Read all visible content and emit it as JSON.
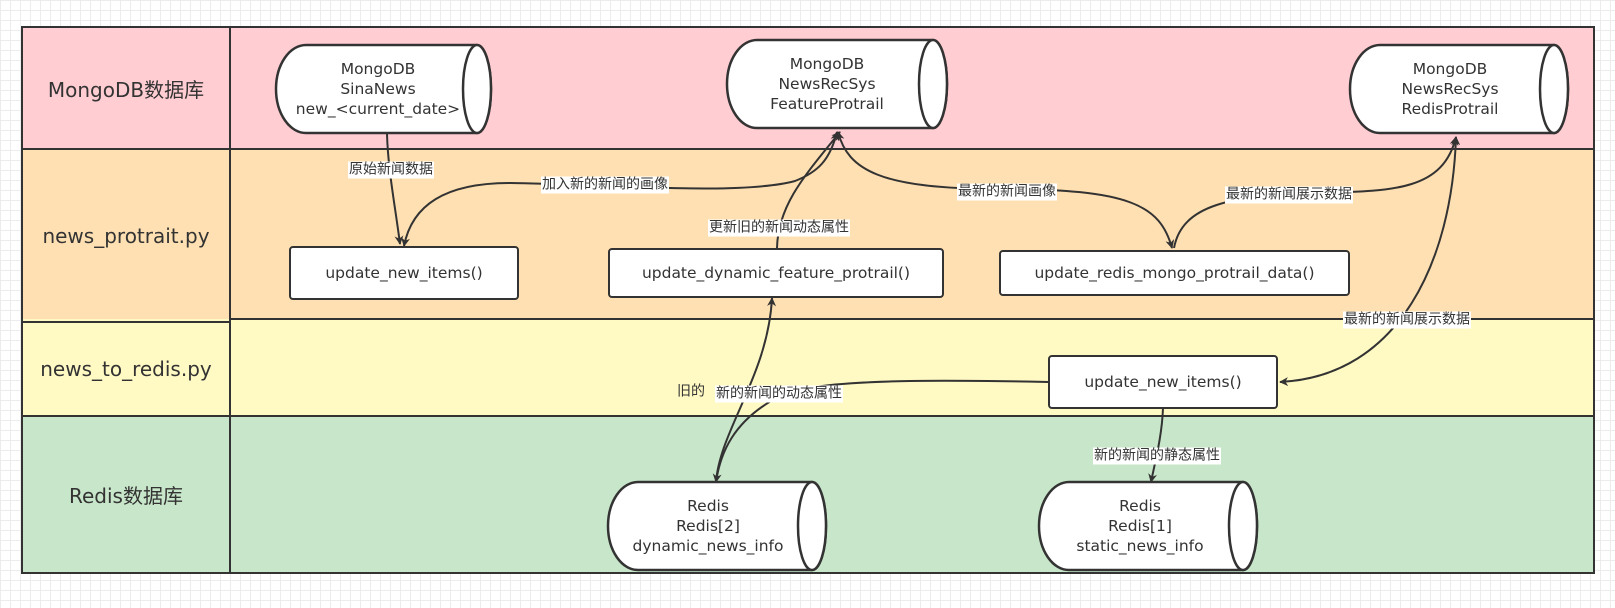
{
  "lanes": [
    {
      "label": "MongoDB数据库",
      "color": "#ffcdd2"
    },
    {
      "label": "news_protrait.py",
      "color": "#ffe0b2"
    },
    {
      "label": "news_to_redis.py",
      "color": "#fff9c4"
    },
    {
      "label": "Redis数据库",
      "color": "#c8e6c9"
    }
  ],
  "stores": {
    "sina_news": [
      "MongoDB",
      "SinaNews",
      "new_<current_date>"
    ],
    "feature_protrail": [
      "MongoDB",
      "NewsRecSys",
      "FeatureProtrail"
    ],
    "redis_protrail": [
      "MongoDB",
      "NewsRecSys",
      "RedisProtrail"
    ],
    "redis_dynamic": [
      "Redis",
      "Redis[2]",
      "dynamic_news_info"
    ],
    "redis_static": [
      "Redis",
      "Redis[1]",
      "static_news_info"
    ]
  },
  "processes": {
    "update_new_items_protrait": "update_new_items()",
    "update_dynamic": "update_dynamic_feature_protrail()",
    "update_redis_mongo": "update_redis_mongo_protrail_data()",
    "update_new_items_redis": "update_new_items()"
  },
  "edge_labels": {
    "raw_news": "原始新闻数据",
    "add_new_profile": "加入新的新闻的画像",
    "update_old_dynamic": "更新旧的新闻动态属性",
    "latest_profile": "最新的新闻画像",
    "latest_display_1": "最新的新闻展示数据",
    "latest_display_2": "最新的新闻展示数据",
    "old_dynamic_hidden": "旧的",
    "new_dynamic": "新的新闻的动态属性",
    "new_static": "新的新闻的静态属性"
  },
  "colors": {
    "stroke": "#333333",
    "text": "#333333"
  }
}
